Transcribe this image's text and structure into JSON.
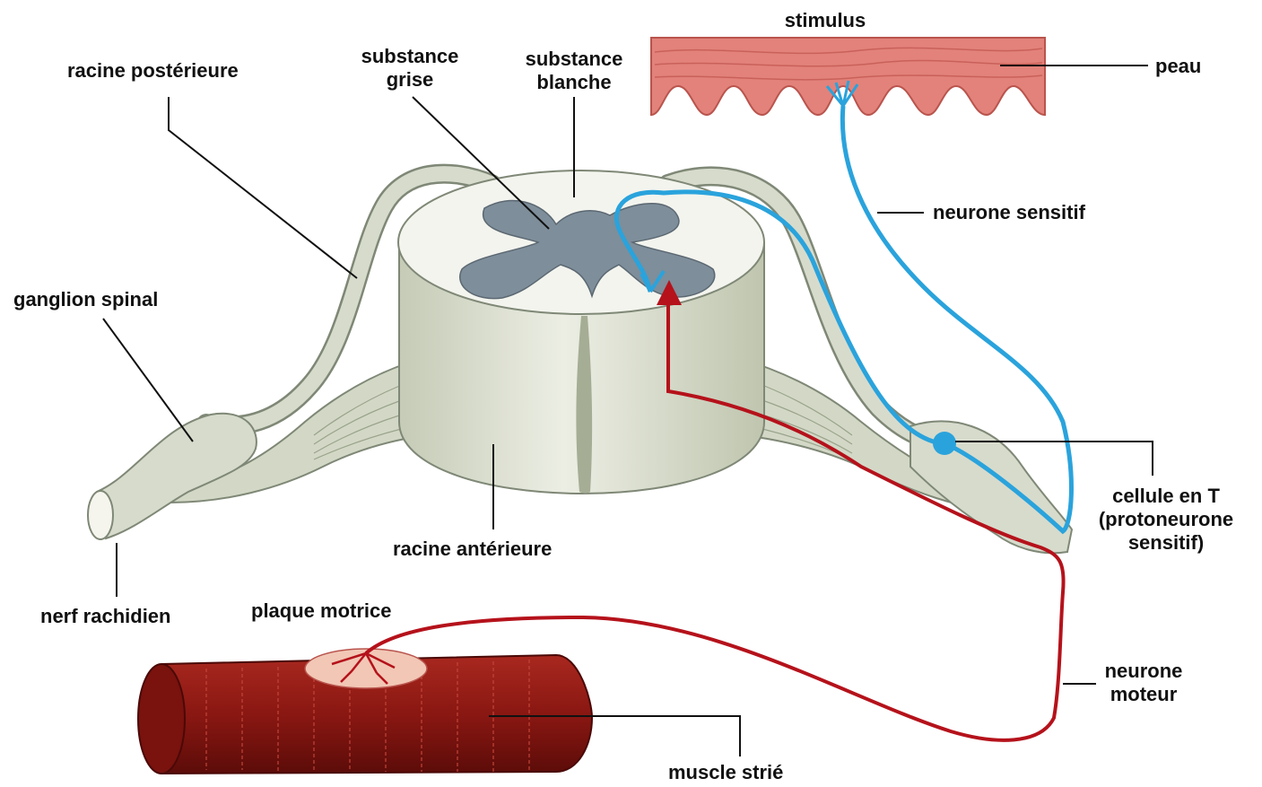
{
  "labels": {
    "stimulus": "stimulus",
    "peau": "peau",
    "racine_posterieure": "racine postérieure",
    "substance_grise": "substance grise",
    "substance_blanche": "substance blanche",
    "neurone_sensitif": "neurone sensitif",
    "ganglion_spinal": "ganglion spinal",
    "cellule_en_t_1": "cellule en T",
    "cellule_en_t_2": "(protoneurone",
    "cellule_en_t_3": "sensitif)",
    "racine_anterieure": "racine antérieure",
    "nerf_rachidien": "nerf rachidien",
    "plaque_motrice": "plaque motrice",
    "neurone_moteur_1": "neurone",
    "neurone_moteur_2": "moteur",
    "muscle_strie": "muscle strié"
  },
  "colors": {
    "sensory_neuron": "#2aa3dc",
    "motor_neuron": "#b5121b",
    "skin": "#e2827a",
    "muscle": "#8e1a15",
    "gray_matter": "#7e8e9a",
    "white_matter": "#f3f4ee",
    "nerve": "#d7dbcc"
  }
}
